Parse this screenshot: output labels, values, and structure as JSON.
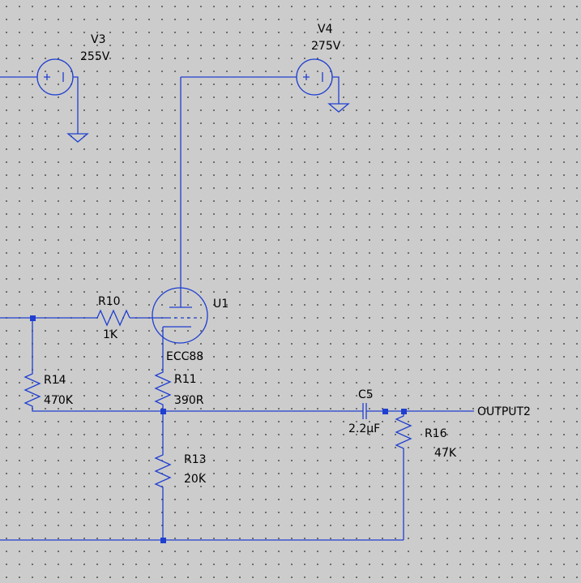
{
  "colors": {
    "background": "#cccccc",
    "wire": "#1f3fd0",
    "text": "#000000",
    "grid_dot": "#555555"
  },
  "components": {
    "v3": {
      "name": "V3",
      "value": "255V"
    },
    "v4": {
      "name": "V4",
      "value": "275V"
    },
    "u1": {
      "name": "U1",
      "value": "ECC88"
    },
    "r10": {
      "name": "R10",
      "value": "1K"
    },
    "r11": {
      "name": "R11",
      "value": "390R"
    },
    "r13": {
      "name": "R13",
      "value": "20K"
    },
    "r14": {
      "name": "R14",
      "value": "470K"
    },
    "r16": {
      "name": "R16",
      "value": "47K"
    },
    "c5": {
      "name": "C5",
      "value": "2.2µF"
    }
  },
  "nets": {
    "output": "OUTPUT2"
  }
}
